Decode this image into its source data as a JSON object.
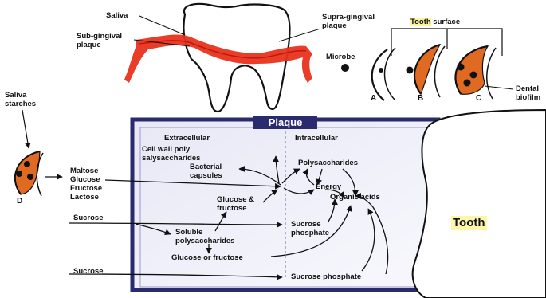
{
  "top": {
    "saliva": "Saliva",
    "sub_gingival": "Sub-gingival\nplaque",
    "supra_gingival": "Supra-gingival\nplaque",
    "microbe": "Microbe",
    "tooth_surface_prefix": "Tooth",
    "tooth_surface_suffix": " surface",
    "stage_a": "A",
    "stage_b": "B",
    "stage_c": "C",
    "dental_biofilm": "Dental\nbiofilm",
    "saliva_starches": "Saliva\nstarches",
    "stage_d": "D"
  },
  "plaque": {
    "title": "Plaque",
    "extracellular": "Extracellular",
    "intracellular": "Intracellular"
  },
  "nodes": {
    "cell_wall": "Cell wall poly\nsalysaccharides",
    "bacterial_capsules": "Bacterial\ncapsules",
    "polysaccharides": "Polysaccharides",
    "energy": "Energy",
    "organic_acids": "Organic acids",
    "sugars": "Maltose\nGlucose\nFructose\nLactose",
    "glucose_fructose": "Glucose &\nfructose",
    "sucrose_1": "Sucrose",
    "sucrose_phosphate_1": "Sucrose\nphosphate",
    "soluble_poly": "Soluble\npolysaccharides",
    "glucose_or_fructose": "Glucose or fructose",
    "sucrose_2": "Sucrose",
    "sucrose_phosphate_2": "Sucrose phosphate"
  },
  "tooth_label": "Tooth",
  "colors": {
    "gum": "#e8321e",
    "biofilm_orange": "#e06a22",
    "plaque_border": "#2a2a6e",
    "plaque_fill": "#f2f2fa",
    "highlight": "#fbf49a"
  }
}
